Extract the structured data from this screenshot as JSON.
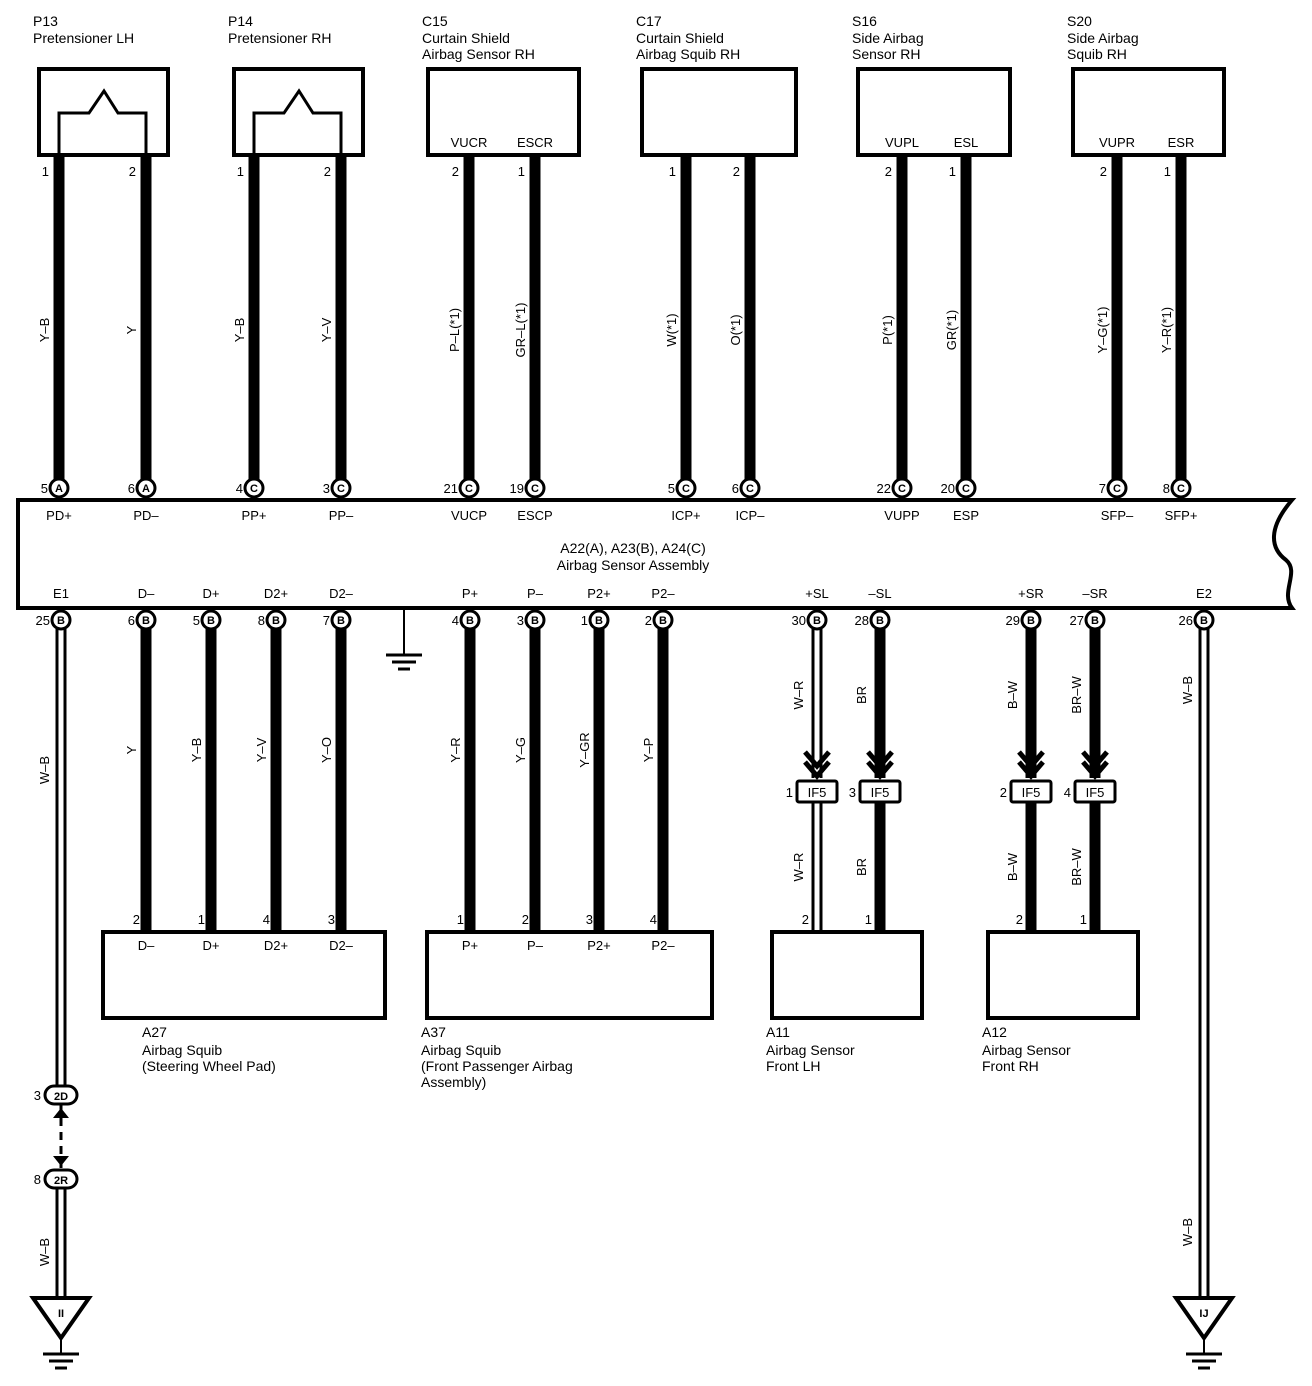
{
  "assembly": {
    "id_line": "A22(A), A23(B), A24(C)",
    "name": "Airbag Sensor Assembly"
  },
  "top_components": [
    {
      "id": "P13",
      "lines": [
        "Pretensioner LH"
      ],
      "pins": [
        {
          "num": "1",
          "label": "",
          "wire": "Y–B",
          "conn": "A",
          "conn_pin": "5",
          "signal": "PD+"
        },
        {
          "num": "2",
          "label": "",
          "wire": "Y",
          "conn": "A",
          "conn_pin": "6",
          "signal": "PD–"
        }
      ]
    },
    {
      "id": "P14",
      "lines": [
        "Pretensioner RH"
      ],
      "pins": [
        {
          "num": "1",
          "label": "",
          "wire": "Y–B",
          "conn": "C",
          "conn_pin": "4",
          "signal": "PP+"
        },
        {
          "num": "2",
          "label": "",
          "wire": "Y–V",
          "conn": "C",
          "conn_pin": "3",
          "signal": "PP–"
        }
      ]
    },
    {
      "id": "C15",
      "lines": [
        "Curtain Shield",
        "Airbag Sensor RH"
      ],
      "pins": [
        {
          "num": "2",
          "label": "VUCR",
          "wire": "P–L(*1)",
          "conn": "C",
          "conn_pin": "21",
          "signal": "VUCP"
        },
        {
          "num": "1",
          "label": "ESCR",
          "wire": "GR–L(*1)",
          "conn": "C",
          "conn_pin": "19",
          "signal": "ESCP"
        }
      ]
    },
    {
      "id": "C17",
      "lines": [
        "Curtain Shield",
        "Airbag Squib RH"
      ],
      "pins": [
        {
          "num": "1",
          "label": "",
          "wire": "W(*1)",
          "conn": "C",
          "conn_pin": "5",
          "signal": "ICP+"
        },
        {
          "num": "2",
          "label": "",
          "wire": "O(*1)",
          "conn": "C",
          "conn_pin": "6",
          "signal": "ICP–"
        }
      ]
    },
    {
      "id": "S16",
      "lines": [
        "Side Airbag",
        "Sensor RH"
      ],
      "pins": [
        {
          "num": "2",
          "label": "VUPL",
          "wire": "P(*1)",
          "conn": "C",
          "conn_pin": "22",
          "signal": "VUPP"
        },
        {
          "num": "1",
          "label": "ESL",
          "wire": "GR(*1)",
          "conn": "C",
          "conn_pin": "20",
          "signal": "ESP"
        }
      ]
    },
    {
      "id": "S20",
      "lines": [
        "Side Airbag",
        "Squib RH"
      ],
      "pins": [
        {
          "num": "2",
          "label": "VUPR",
          "wire": "Y–G(*1)",
          "conn": "C",
          "conn_pin": "7",
          "signal": "SFP–"
        },
        {
          "num": "1",
          "label": "ESR",
          "wire": "Y–R(*1)",
          "conn": "C",
          "conn_pin": "8",
          "signal": "SFP+"
        }
      ]
    }
  ],
  "bottom_pins": [
    {
      "signal": "E1",
      "pin": "25",
      "conn": "B",
      "wire": "W–B",
      "dest_pin": "",
      "dest_label": ""
    },
    {
      "signal": "D–",
      "pin": "6",
      "conn": "B",
      "wire": "Y",
      "dest_pin": "2",
      "dest_label": "D–"
    },
    {
      "signal": "D+",
      "pin": "5",
      "conn": "B",
      "wire": "Y–B",
      "dest_pin": "1",
      "dest_label": "D+"
    },
    {
      "signal": "D2+",
      "pin": "8",
      "conn": "B",
      "wire": "Y–V",
      "dest_pin": "4",
      "dest_label": "D2+"
    },
    {
      "signal": "D2–",
      "pin": "7",
      "conn": "B",
      "wire": "Y–O",
      "dest_pin": "3",
      "dest_label": "D2–"
    },
    {
      "signal": "P+",
      "pin": "4",
      "conn": "B",
      "wire": "Y–R",
      "dest_pin": "1",
      "dest_label": "P+"
    },
    {
      "signal": "P–",
      "pin": "3",
      "conn": "B",
      "wire": "Y–G",
      "dest_pin": "2",
      "dest_label": "P–"
    },
    {
      "signal": "P2+",
      "pin": "1",
      "conn": "B",
      "wire": "Y–GR",
      "dest_pin": "3",
      "dest_label": "P2+"
    },
    {
      "signal": "P2–",
      "pin": "2",
      "conn": "B",
      "wire": "Y–P",
      "dest_pin": "4",
      "dest_label": "P2–"
    },
    {
      "signal": "+SL",
      "pin": "30",
      "conn": "B",
      "wire": "W–R",
      "if_conn": "IF5",
      "if_pin": "1",
      "wire2": "W–R",
      "dest_pin": "2",
      "dest_label": ""
    },
    {
      "signal": "–SL",
      "pin": "28",
      "conn": "B",
      "wire": "BR",
      "if_conn": "IF5",
      "if_pin": "3",
      "wire2": "BR",
      "dest_pin": "1",
      "dest_label": ""
    },
    {
      "signal": "+SR",
      "pin": "29",
      "conn": "B",
      "wire": "B–W",
      "if_conn": "IF5",
      "if_pin": "2",
      "wire2": "B–W",
      "dest_pin": "2",
      "dest_label": ""
    },
    {
      "signal": "–SR",
      "pin": "27",
      "conn": "B",
      "wire": "BR–W",
      "if_conn": "IF5",
      "if_pin": "4",
      "wire2": "BR–W",
      "dest_pin": "1",
      "dest_label": ""
    },
    {
      "signal": "E2",
      "pin": "26",
      "conn": "B",
      "wire": "W–B",
      "dest_pin": "",
      "dest_label": ""
    }
  ],
  "bottom_components": [
    {
      "id": "A27",
      "lines": [
        "Airbag Squib",
        "(Steering Wheel Pad)"
      ]
    },
    {
      "id": "A37",
      "lines": [
        "Airbag Squib",
        "(Front Passenger Airbag",
        " Assembly)"
      ]
    },
    {
      "id": "A11",
      "lines": [
        "Airbag Sensor",
        "Front LH"
      ]
    },
    {
      "id": "A12",
      "lines": [
        "Airbag Sensor",
        "Front RH"
      ]
    }
  ],
  "ground_left": {
    "junction1_pin": "3",
    "junction1_label": "2D",
    "junction2_pin": "8",
    "junction2_label": "2R",
    "wire": "W–B",
    "point": "II"
  },
  "ground_right": {
    "wire": "W–B",
    "point": "IJ"
  }
}
